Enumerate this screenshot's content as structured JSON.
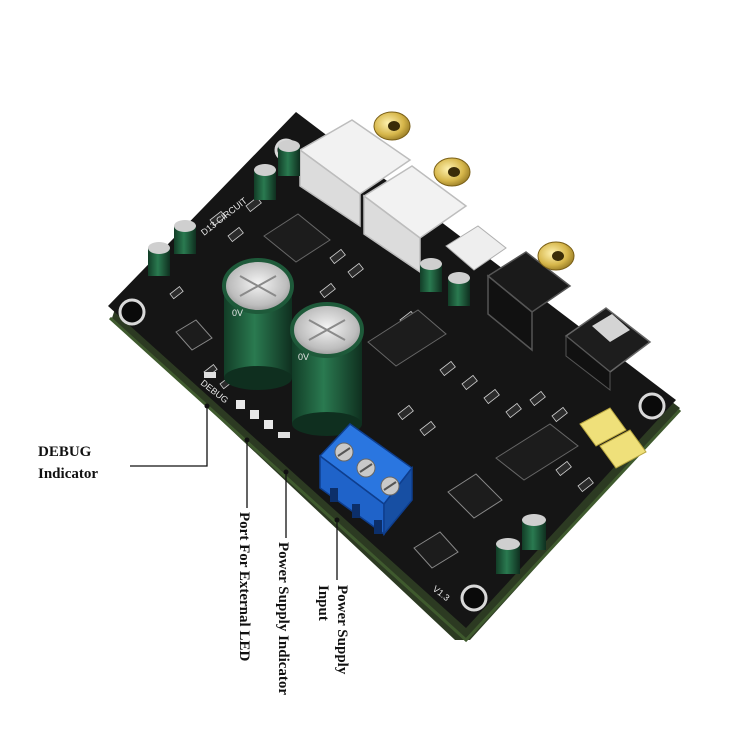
{
  "board": {
    "silkscreen_title": "D13 CIRCUIT",
    "silkscreen_debug": "DEBUG",
    "silkscreen_version": "V1.3",
    "cap_label_1": "0V",
    "cap_label_2": "0V"
  },
  "callouts": {
    "debug_line1": "DEBUG",
    "debug_line2": "Indicator",
    "external_led": "Port For External LED",
    "power_indicator": "Power Supply Indicator",
    "power_input_line1": "Power Supply",
    "power_input_line2": "Input"
  },
  "colors": {
    "pcb": "#151515",
    "pcb_edge": "#2c3a22",
    "capacitor": "#1e5a3a",
    "terminal_block": "#1f63c9",
    "rca_gold": "#d6b64a",
    "rca_housing": "#f2f2f2",
    "yellow_cap": "#efe07a"
  }
}
